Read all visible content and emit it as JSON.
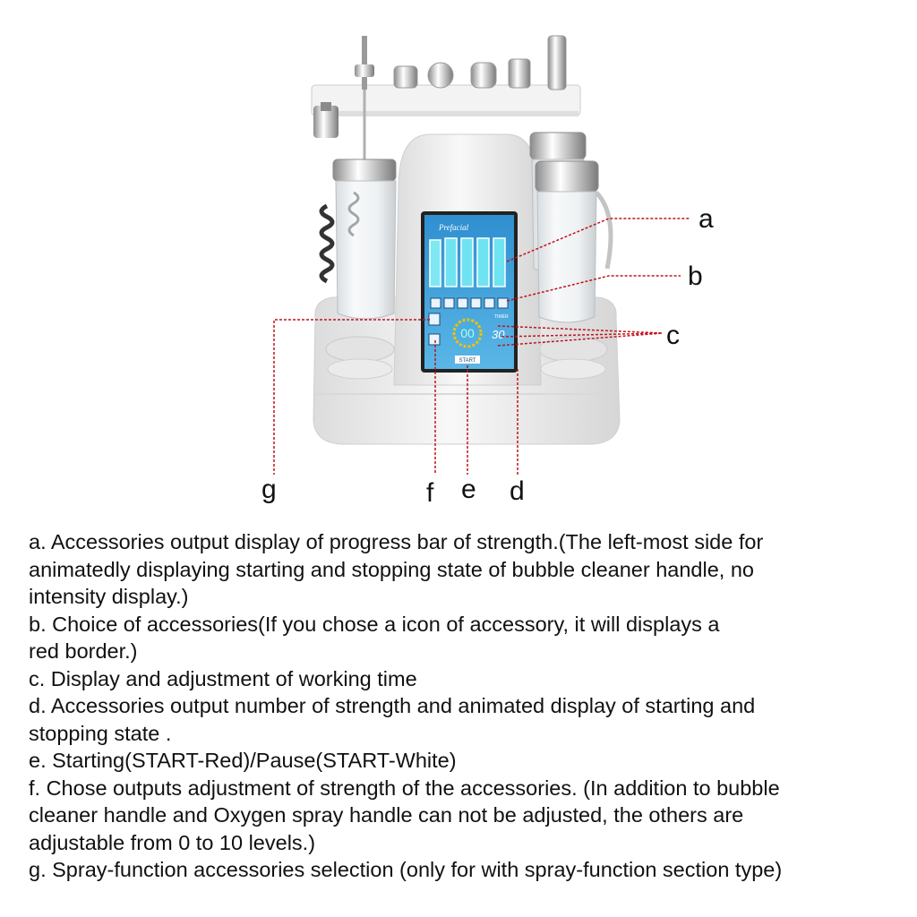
{
  "screen": {
    "brand": "Prefacial",
    "timer_label": "TIMER",
    "timer_value": "30",
    "strength_value": "00",
    "start_label": "START"
  },
  "callouts": [
    "a",
    "b",
    "c",
    "d",
    "e",
    "f",
    "g"
  ],
  "descriptions": [
    "a. Accessories output display of progress bar of strength.(The left-most side for",
    "animatedly displaying starting and stopping state of bubble cleaner handle, no",
    "intensity display.)",
    "b. Choice of accessories(If you chose a icon of accessory, it will displays a",
    "red border.)",
    "c. Display and adjustment of working time",
    "d. Accessories output number of strength and animated display of starting and",
    "stopping state .",
    "e. Starting(START-Red)/Pause(START-White)",
    "f. Chose outputs adjustment of strength of the accessories. (In addition to bubble",
    "cleaner handle and Oxygen spray handle can not be adjusted, the others are",
    "adjustable from 0 to 10 levels.)",
    "g. Spray-function accessories selection (only for with spray-function section type)"
  ],
  "colors": {
    "callout_line": "#c0141c",
    "screen_bg": "#3a9fd8",
    "screen_bar": "#6fe3f0",
    "machine_body": "#f1f1f1"
  }
}
